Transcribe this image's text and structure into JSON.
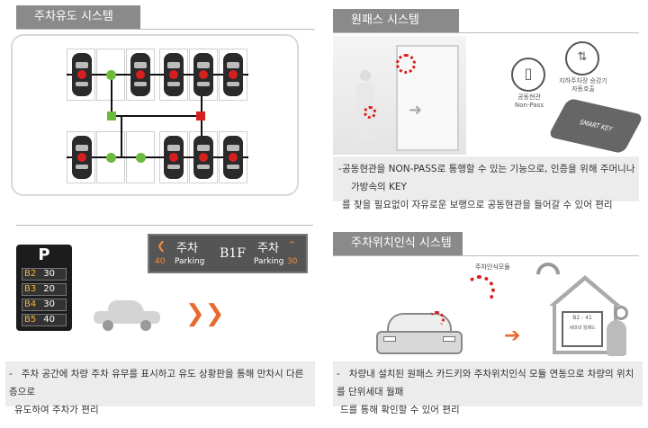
{
  "parking_guide": {
    "title": "주차유도 시스템",
    "colors": {
      "occupied": "#d62020",
      "free": "#6cbb3c"
    }
  },
  "onepass": {
    "title": "원패스 시스템",
    "icon1_label_line1": "공동현관",
    "icon1_label_line2": "Non-Pass",
    "icon2_label_line1": "지하주차장 승강기",
    "icon2_label_line2": "자동호출",
    "card_text": "SMART KEY",
    "desc_line1": "공동현관을 NON-PASS로 통행할 수 있는 기능으로, 인증을 위해 주머니나 가방속의 KEY",
    "desc_line2": "를 찾을 필요없이 자유로운 보행으로 공동현관을 들어갈 수 있어 편리"
  },
  "signboard": {
    "p_letter": "P",
    "rows": [
      {
        "floor": "B2",
        "count": "30"
      },
      {
        "floor": "B3",
        "count": "20"
      },
      {
        "floor": "B4",
        "count": "30"
      },
      {
        "floor": "B5",
        "count": "40"
      }
    ],
    "left_kor": "주차",
    "left_eng": "Parking",
    "left_num": "40",
    "center": "B1F",
    "right_kor": "주차",
    "right_eng": "Parking",
    "right_num": "30",
    "desc_dash": "-",
    "desc_line1": "주차 공간에 차량 주차 유무를 표시하고 유도 상황판을 통해 만차시 다른 층으로",
    "desc_line2": "유도하여 주차가 편리"
  },
  "location": {
    "title": "주차위치인식 시스템",
    "module_label": "주차인식모듈",
    "screen_text1": "B2 - 41",
    "screen_text2": "세대내 월패드",
    "desc_dash": "-",
    "desc_line1": "차량내 설치된 원패스 카드키와 주차위치인식 모듈 연동으로 차량의 위치를 단위세대 월패",
    "desc_line2": "드를 통해 확인할 수 있어 편리"
  }
}
